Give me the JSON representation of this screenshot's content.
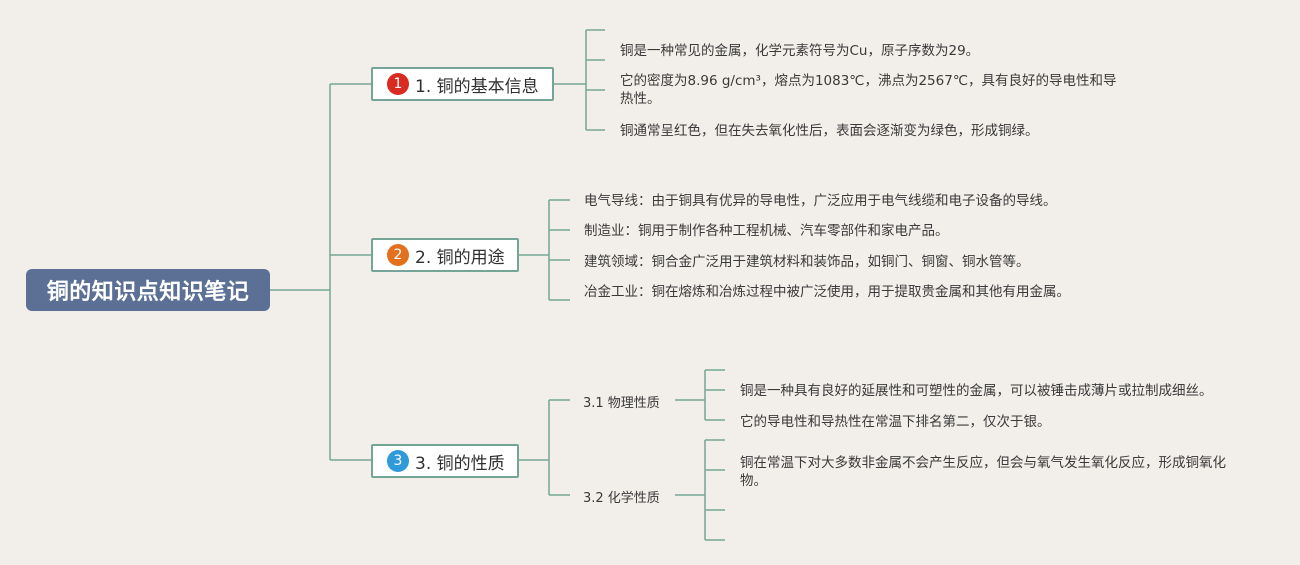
{
  "root": {
    "title": "铜的知识点知识笔记"
  },
  "theme": {
    "root_bg": "#5c7096",
    "line": "#74a596",
    "bg": "#f2eee9",
    "badge_colors": [
      "#d92b1f",
      "#e2701d",
      "#2e9ad9"
    ]
  },
  "branches": [
    {
      "badge": "1",
      "label": "1. 铜的基本信息",
      "leaves": [
        "铜是一种常见的金属，化学元素符号为Cu，原子序数为29。",
        "它的密度为8.96 g/cm³，熔点为1083℃，沸点为2567℃，具有良好的导电性和导热性。",
        "铜通常呈红色，但在失去氧化性后，表面会逐渐变为绿色，形成铜绿。"
      ]
    },
    {
      "badge": "2",
      "label": "2. 铜的用途",
      "leaves": [
        "电气导线：由于铜具有优异的导电性，广泛应用于电气线缆和电子设备的导线。",
        "制造业：铜用于制作各种工程机械、汽车零部件和家电产品。",
        "建筑领域：铜合金广泛用于建筑材料和装饰品，如铜门、铜窗、铜水管等。",
        "冶金工业：铜在熔炼和冶炼过程中被广泛使用，用于提取贵金属和其他有用金属。"
      ]
    },
    {
      "badge": "3",
      "label": "3. 铜的性质",
      "subs": [
        {
          "label": "3.1 物理性质",
          "leaves": [
            "铜是一种具有良好的延展性和可塑性的金属，可以被锤击成薄片或拉制成细丝。",
            "它的导电性和导热性在常温下排名第二，仅次于银。"
          ]
        },
        {
          "label": "3.2 化学性质",
          "leaves": [
            "铜在常温下对大多数非金属不会产生反应，但会与氧气发生氧化反应，形成铜氧化物。"
          ]
        }
      ]
    }
  ]
}
